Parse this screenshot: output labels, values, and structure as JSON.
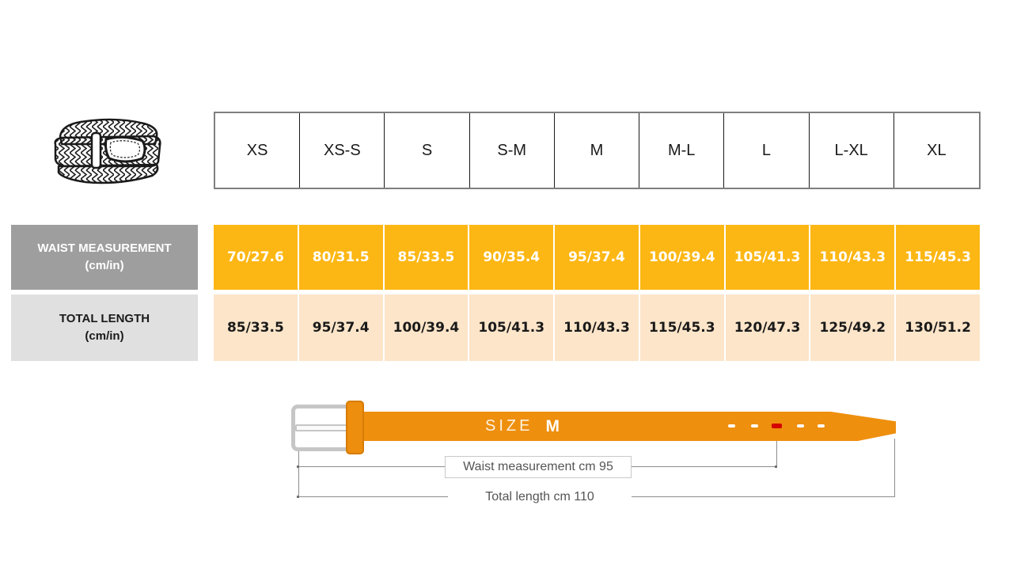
{
  "size_header": {
    "labels": [
      "XS",
      "XS-S",
      "S",
      "S-M",
      "M",
      "M-L",
      "L",
      "L-XL",
      "XL"
    ]
  },
  "table": {
    "waist_row": {
      "label": "WAIST MEASUREMENT",
      "unit": "(cm/in)",
      "values": [
        "70/27.6",
        "80/31.5",
        "85/33.5",
        "90/35.4",
        "95/37.4",
        "100/39.4",
        "105/41.3",
        "110/43.3",
        "115/45.3"
      ]
    },
    "total_row": {
      "label": "TOTAL LENGTH",
      "unit": "(cm/in)",
      "values": [
        "85/33.5",
        "95/37.4",
        "100/39.4",
        "105/41.3",
        "110/43.3",
        "115/45.3",
        "120/47.3",
        "125/49.2",
        "130/51.2"
      ]
    }
  },
  "diagram": {
    "size_label": "SIZE",
    "size_value": "M",
    "waist_annotation": "Waist measurement cm 95",
    "length_annotation": "Total length cm 110"
  },
  "icons": {
    "belt_illustration": "braided-belt-icon"
  },
  "colors": {
    "waist_row_bg": "#fdb714",
    "total_row_bg": "#fde5c9",
    "waist_label_bg": "#9e9e9e",
    "total_label_bg": "#e0e0e0",
    "belt_orange": "#ee8f0e",
    "selected_hole_red": "#d40000",
    "guide_line_gray": "#8c8c8c"
  }
}
